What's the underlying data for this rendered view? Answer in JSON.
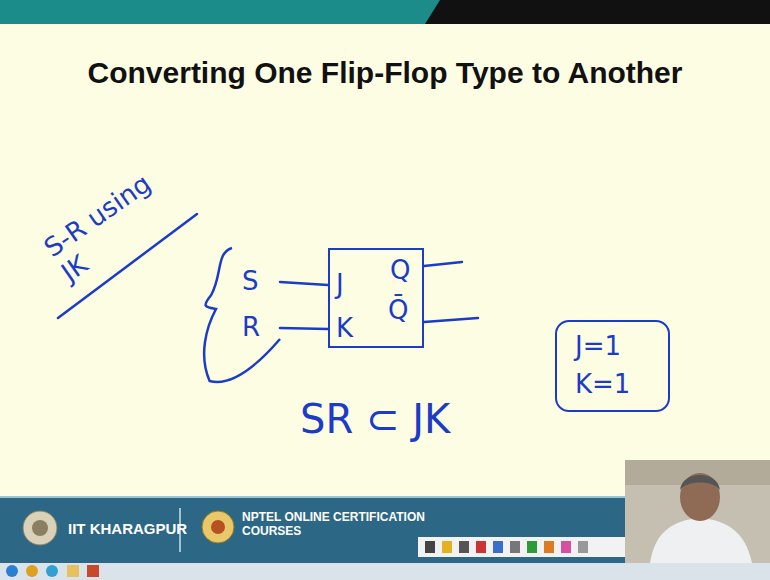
{
  "diagram": {
    "title": "Converting One Flip-Flop Type to Another",
    "nodes": [
      {
        "text": [
          "S",
          "R"
        ]
      },
      {
        "text": [
          "J",
          "K",
          "Q",
          "Q̄"
        ]
      },
      {
        "text": [
          "J=1",
          "K=1"
        ]
      }
    ],
    "edges": [
      {
        "from": 0,
        "to": 1,
        "arrow": "none"
      },
      {
        "from": 0,
        "to": 1,
        "arrow": "none"
      }
    ],
    "labels": [
      "S-R using JK",
      "SR ⊂ JK",
      "IIT KHARAGPUR",
      "NPTEL ONLINE CERTIFICATION COURSES"
    ]
  }
}
